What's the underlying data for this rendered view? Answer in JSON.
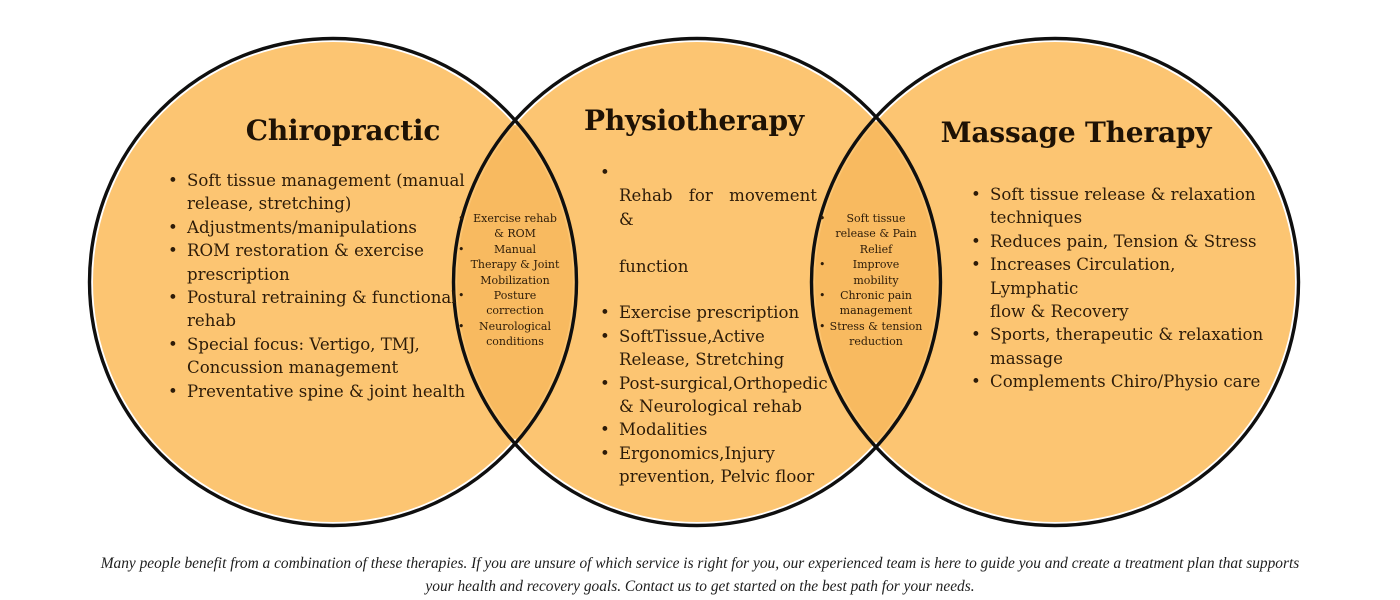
{
  "colors": {
    "circle_fill": "#FCC572",
    "overlap_fill": "#F8BA60",
    "outline": "#0f0f0f",
    "text": "#2d1c09"
  },
  "venn": {
    "chiropractic": {
      "title": "Chiropractic",
      "items": [
        "Soft tissue management (manual\nrelease, stretching)",
        "Adjustments/manipulations",
        "ROM restoration & exercise\nprescription",
        "Postural retraining & functional\nrehab",
        "Special focus: Vertigo, TMJ,\nConcussion management",
        "Preventative spine & joint health"
      ]
    },
    "physiotherapy": {
      "title": "Physiotherapy",
      "first_item": {
        "line1": "Rehab for movement &",
        "line2": "function"
      },
      "items": [
        "Exercise prescription",
        "SoftTissue,Active\nRelease, Stretching",
        "Post-surgical,Orthopedic\n& Neurological rehab",
        "Modalities",
        "Ergonomics,Injury\nprevention, Pelvic floor"
      ]
    },
    "massage": {
      "title": "Massage Therapy",
      "items": [
        "Soft tissue release & relaxation\ntechniques",
        "Reduces pain, Tension & Stress",
        "Increases Circulation, Lymphatic\nflow & Recovery",
        "Sports, therapeutic & relaxation\nmassage",
        "Complements Chiro/Physio care"
      ]
    },
    "chiro_physio_overlap": {
      "items": [
        "Exercise rehab\n& ROM",
        "Manual\nTherapy & Joint\nMobilization",
        "Posture\ncorrection",
        "Neurological\nconditions"
      ]
    },
    "physio_massage_overlap": {
      "items": [
        "Soft tissue\nrelease & Pain\nRelief",
        "Improve\nmobility",
        "Chronic pain\nmanagement",
        "Stress & tension\nreduction"
      ]
    }
  },
  "footer": {
    "text": "Many people benefit from a combination of these therapies. If you are unsure of which service is right for you, our experienced team is here to guide you and create a treatment plan that supports\nyour health and recovery goals. Contact us to get started on the best path for your needs."
  }
}
